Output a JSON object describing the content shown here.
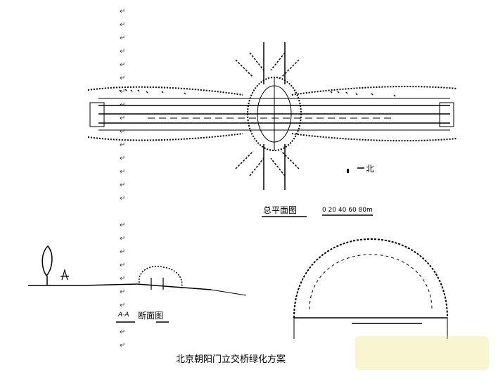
{
  "labels": {
    "north": "北",
    "plan_title": "总平面图",
    "scale": "0 20  40 60  80m",
    "section_prefix": "A-A",
    "section_title": "断面图",
    "caption": "北京朝阳门立交桥绿化方案"
  },
  "paragraph_mark": "↵",
  "watermark_color": "#f2e27a"
}
